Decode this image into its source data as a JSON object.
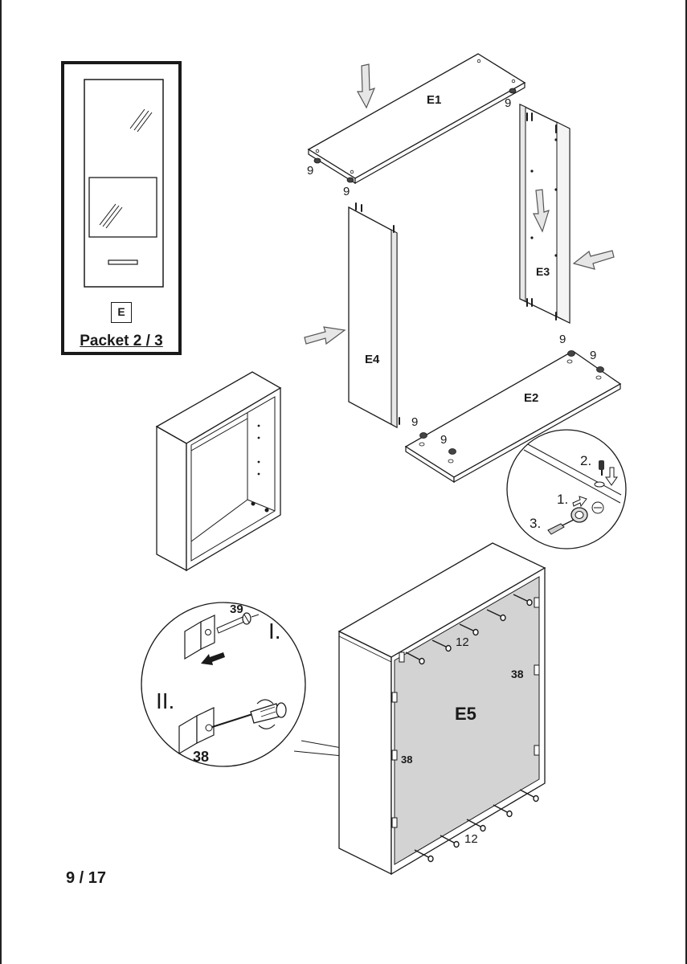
{
  "packet": {
    "letter": "E",
    "title": "Packet 2 / 3"
  },
  "parts": {
    "e1": "E1",
    "e2": "E2",
    "e3": "E3",
    "e4": "E4",
    "e5": "E5"
  },
  "hardware": {
    "cam_dowel": "9",
    "nail": "12",
    "bracket": "38",
    "screw": "39"
  },
  "steps": {
    "one": "1.",
    "two": "2.",
    "three": "3.",
    "roman_one": "I.",
    "roman_two": "II."
  },
  "page_number": "9 / 17",
  "colors": {
    "line": "#1a1a1a",
    "back_panel": "#d3d3d3",
    "arrow_fill": "#e6e6e6",
    "panel_edge": "#bdbdbd"
  },
  "icons": [
    "down-arrow-icon",
    "right-arrow-icon",
    "left-arrow-icon",
    "screwdriver-icon"
  ]
}
